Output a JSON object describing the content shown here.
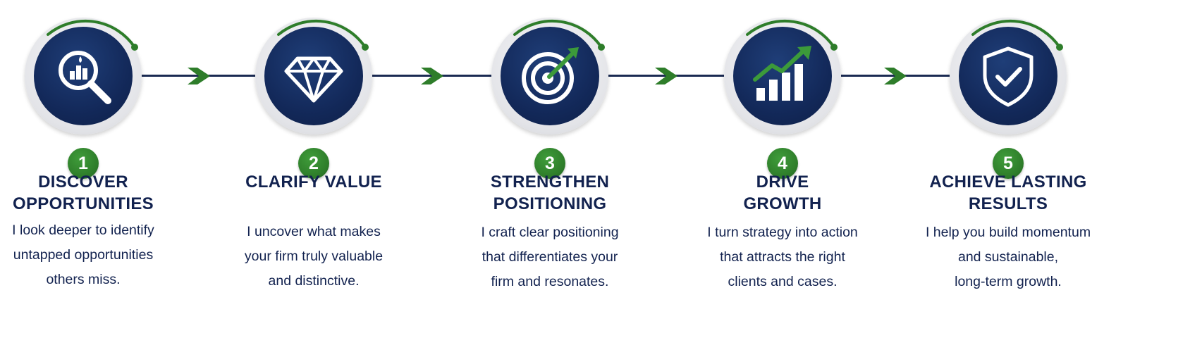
{
  "colors": {
    "navy": "#13295a",
    "green": "#2e7d2a",
    "line": "#1a2a52",
    "text": "#12224f"
  },
  "steps": [
    {
      "number": "1",
      "icon": "magnifier-chart-icon",
      "title_lines": [
        "DISCOVER",
        "OPPORTUNITIES"
      ],
      "desc_lines": [
        "I look deeper to identify",
        "untapped opportunities",
        "others miss."
      ]
    },
    {
      "number": "2",
      "icon": "diamond-icon",
      "title_lines": [
        "CLARIFY VALUE"
      ],
      "desc_lines": [
        "I uncover what makes",
        "your firm truly valuable",
        "and distinctive."
      ]
    },
    {
      "number": "3",
      "icon": "target-arrow-icon",
      "title_lines": [
        "STRENGTHEN",
        "POSITIONING"
      ],
      "desc_lines": [
        "I craft clear positioning",
        "that differentiates your",
        "firm and resonates."
      ]
    },
    {
      "number": "4",
      "icon": "growth-chart-icon",
      "title_lines": [
        "DRIVE",
        "GROWTH"
      ],
      "desc_lines": [
        "I turn strategy into action",
        "that attracts the right",
        "clients and cases."
      ]
    },
    {
      "number": "5",
      "icon": "shield-check-icon",
      "title_lines": [
        "ACHIEVE LASTING",
        "RESULTS"
      ],
      "desc_lines": [
        "I help you build momentum",
        "and sustainable,",
        "long-term growth."
      ]
    }
  ]
}
